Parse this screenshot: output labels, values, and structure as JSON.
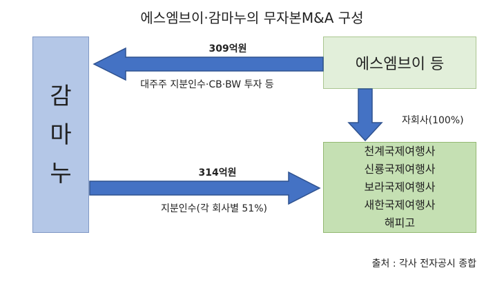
{
  "title": "에스엠브이·감마누의 무자본M&A 구성",
  "kamanu": {
    "chars": [
      "감",
      "마",
      "누"
    ]
  },
  "sm_box": {
    "label": "에스엠브이 등"
  },
  "top_arrow": {
    "amount": "309억원",
    "desc": "대주주 지분인수·CB·BW 투자 등"
  },
  "down_arrow": {
    "label": "자회사(100%)"
  },
  "bottom_arrow": {
    "amount": "314억원",
    "desc": "지분인수(각 회사별 51%)"
  },
  "subsidiaries": [
    "천계국제여행사",
    "신룡국제여행사",
    "보라국제여행사",
    "새한국제여행사",
    "해피고"
  ],
  "source": "출처 : 각사 전자공시 종합",
  "colors": {
    "blue_fill": "#4472c4",
    "blue_box": "#b4c7e7",
    "green_light": "#e2efda",
    "green_box": "#c5e0b3"
  }
}
